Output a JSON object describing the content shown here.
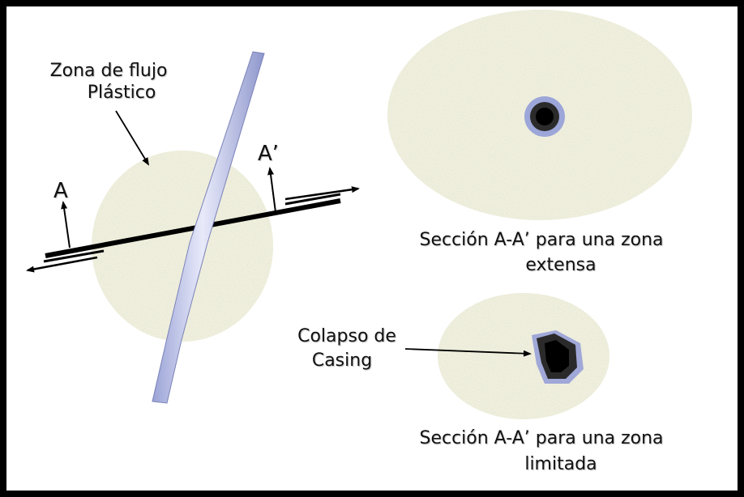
{
  "labels": {
    "zona_line1": "Zona de flujo",
    "zona_line2": "Plástico",
    "A": "A",
    "A_prime": "A’",
    "seccion_extensa_line1": "Sección A-A’ para una zona",
    "seccion_extensa_line2": "extensa",
    "colapso_line1": "Colapso de",
    "colapso_line2": "Casing",
    "seccion_limitada_line1": "Sección A-A’ para una zona",
    "seccion_limitada_line2": "limitada"
  }
}
